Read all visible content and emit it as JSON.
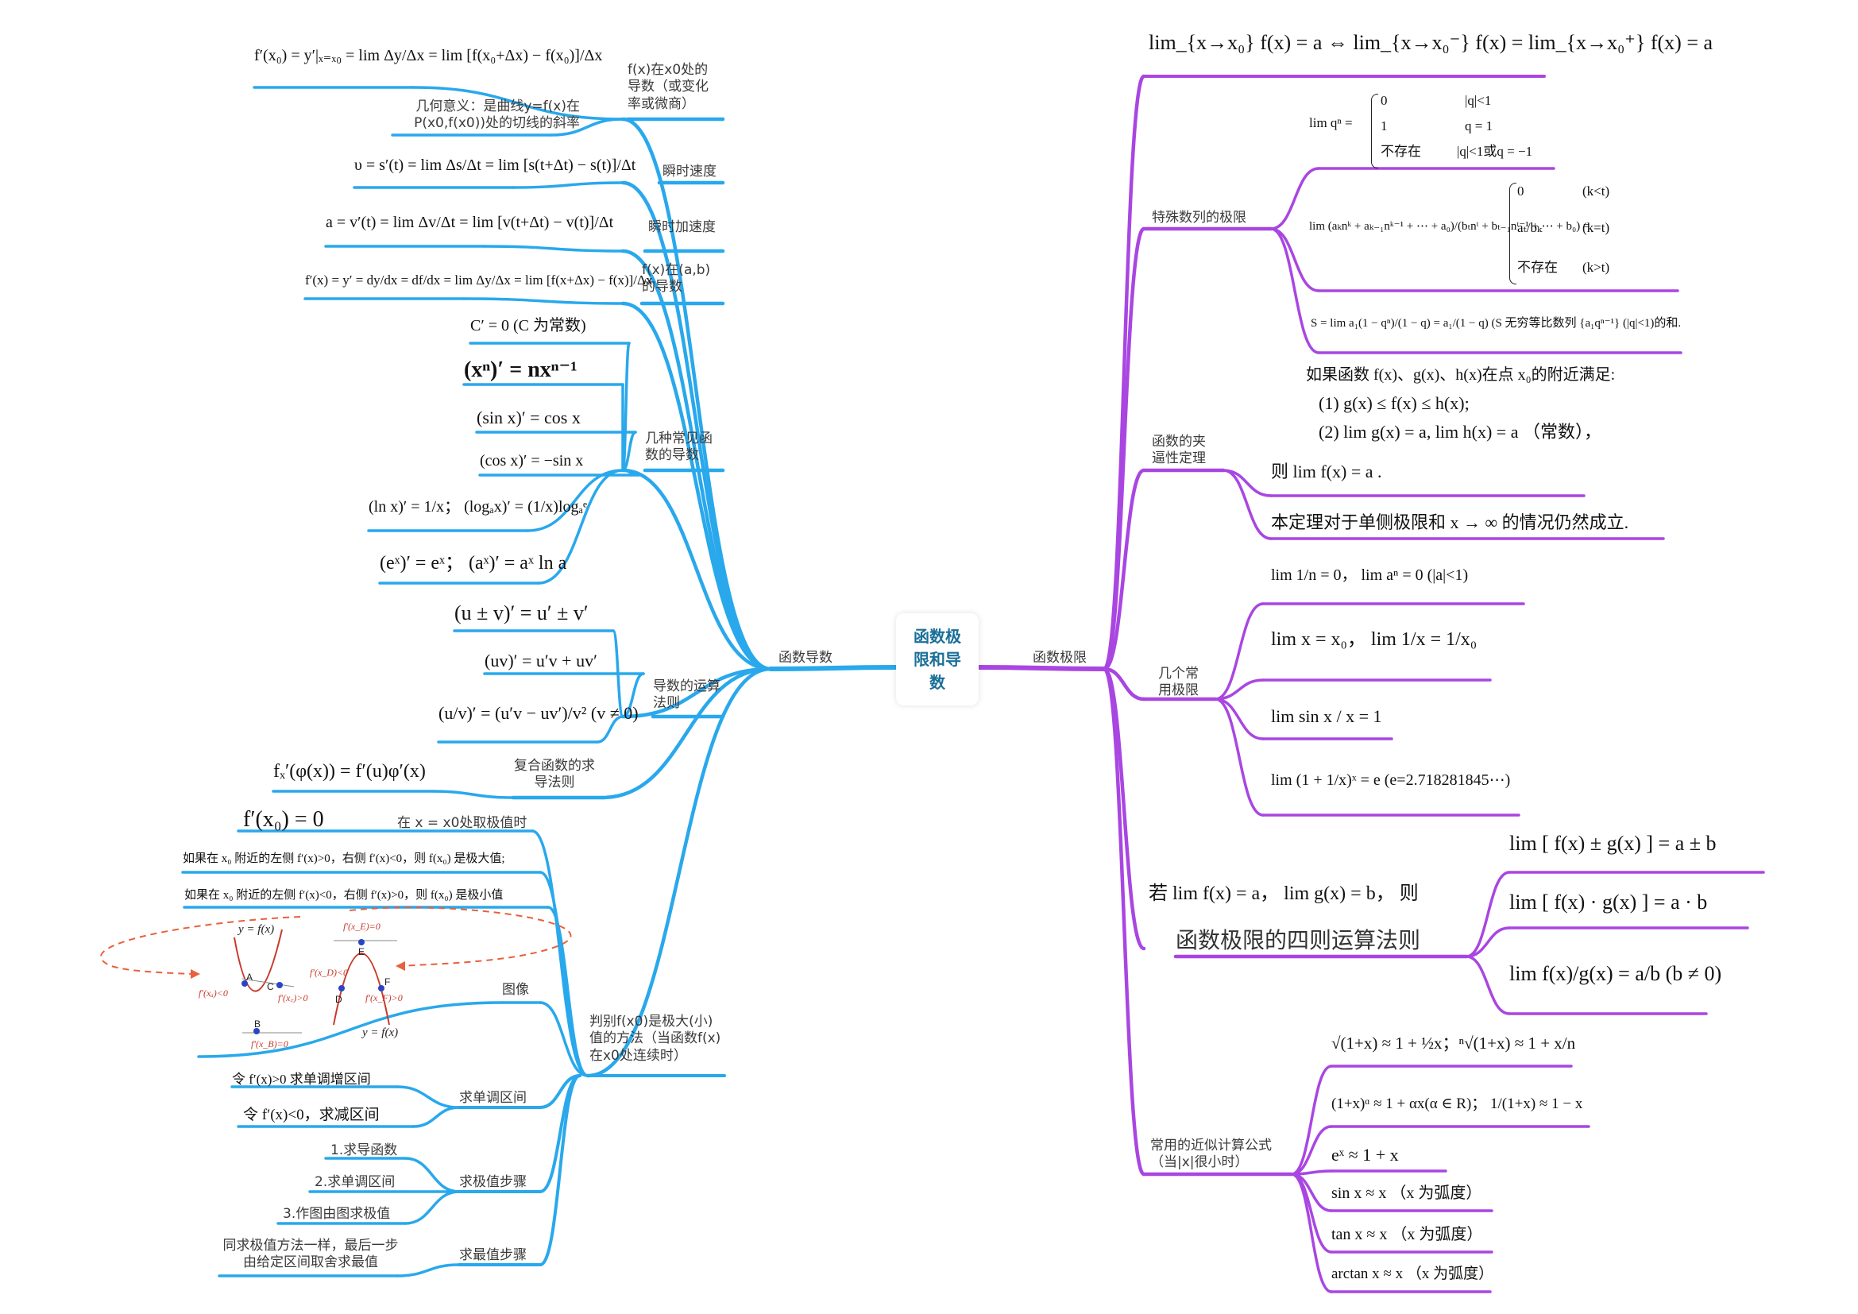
{
  "root": "函数极\n限和导\n数",
  "colors": {
    "left": "#29a8ec",
    "right": "#a946e2",
    "root_text": "#1a6f98",
    "annotation": "#e8603c"
  },
  "icons": [
    "parabola-min-sketch",
    "parabola-max-sketch"
  ],
  "left": {
    "branch": "函数导数",
    "deriv_at_x0": {
      "label": "f(x)在x0处的导数（或变化率或微商）",
      "formula": "f′(x₀) = y′|ₓ₌ₓ₀ = lim Δy/Δx = lim [f(x₀+Δx) − f(x₀)]/Δx",
      "geo": "几何意义：是曲线y=f(x)在P(x0,f(x0))处的切线的斜率"
    },
    "velocity": {
      "label": "瞬时速度",
      "formula": "υ = s′(t) = lim Δs/Δt = lim [s(t+Δt) − s(t)]/Δt"
    },
    "acceleration": {
      "label": "瞬时加速度",
      "formula": "a = v′(t) = lim Δv/Δt = lim [v(t+Δt) − v(t)]/Δt"
    },
    "interval_deriv": {
      "label": "f(x)在(a,b)的导数",
      "formula": "f′(x) = y′ = dy/dx = df/dx = lim Δy/Δx = lim [f(x+Δx) − f(x)]/Δx"
    },
    "common": {
      "label": "几种常见函数的导数",
      "items": [
        "C′ = 0   (C 为常数)",
        "(xⁿ)′ = nxⁿ⁻¹",
        "(sin x)′ = cos x",
        "(cos x)′ = −sin x",
        "(ln x)′ = 1/x；  (logₐx)′ = (1/x)logₐᵉ",
        "(eˣ)′ = eˣ；  (aˣ)′ = aˣ ln a"
      ]
    },
    "rules": {
      "label": "导数的运算法则",
      "items": [
        "(u ± v)′ = u′ ± v′",
        "(uv)′ = u′v + uv′",
        "(u/v)′ = (u′v − uv′)/v²  (v ≠ 0)"
      ]
    },
    "composite": {
      "label": "复合函数的求导法则",
      "formula": "fₓ′(φ(x)) = f′(u)φ′(x)"
    },
    "extreme": {
      "label": "判别f(x0)是极大(小)值的方法（当函数f(x)在x0处连续时）",
      "at_x0_label": "在 x = x0处取极值时",
      "at_x0_formula": "f′(x₀) = 0",
      "max_rule": "如果在 x₀ 附近的左侧 f′(x)>0，右侧 f′(x)<0，则 f(x₀) 是极大值;",
      "min_rule": "如果在 x₀ 附近的左侧 f′(x)<0，右侧 f′(x)>0，则 f(x₀) 是极小值",
      "image_label": "图像",
      "fig_min": {
        "curve": "y = f(x)",
        "A": "A",
        "B": "B",
        "C": "C",
        "left": "f′(xₐ)<0",
        "right": "f′(x꜀)>0",
        "bottom": "f′(x_B)=0"
      },
      "fig_max": {
        "curve": "y = f(x)",
        "D": "D",
        "E": "E",
        "F": "F",
        "top": "f′(x_E)=0",
        "left": "f′(x_D)<0",
        "right": "f′(x_F)>0"
      }
    },
    "monotonic": {
      "label": "求单调区间",
      "items": [
        "令 f′(x)>0  求单调增区间",
        "令 f′(x)<0，求减区间"
      ]
    },
    "extreme_steps": {
      "label": "求极值步骤",
      "items": [
        "1.求导函数",
        "2.求单调区间",
        "3.作图由图求极值"
      ]
    },
    "max_steps": {
      "label": "求最值步骤",
      "item": "同求极值方法一样，最后一步由给定区间取舍求最值"
    }
  },
  "right": {
    "branch": "函数极限",
    "one_sided": "lim_{x→x₀} f(x) = a  ⇔  lim_{x→x₀⁻} f(x) = lim_{x→x₀⁺} f(x) = a",
    "special": {
      "label": "特殊数列的极限",
      "qn": {
        "lhs": "lim qⁿ =",
        "cases": [
          [
            "0",
            "|q|<1"
          ],
          [
            "1",
            "q = 1"
          ],
          [
            "不存在",
            "|q|<1或q = −1"
          ]
        ]
      },
      "poly": {
        "lhs": "lim (aₖnᵏ + aₖ₋₁nᵏ⁻¹ + ⋯ + a₀)/(bₜnᵗ + bₜ₋₁nᵗ⁻¹ + ⋯ + b₀) =",
        "cases": [
          [
            "0",
            "(k<t)"
          ],
          [
            "aₜ/bₖ",
            "(k=t)"
          ],
          [
            "不存在",
            "(k>t)"
          ]
        ]
      },
      "series": "S = lim a₁(1 − qⁿ)/(1 − q) = a₁/(1 − q)  (S 无穷等比数列 {a₁qⁿ⁻¹} (|q|<1)的和."
    },
    "squeeze": {
      "label": "函数的夹逼性定理",
      "text": [
        "如果函数 f(x)、g(x)、h(x)在点 x₀的附近满足:",
        "(1)  g(x) ≤ f(x) ≤ h(x);",
        "(2)  lim g(x) = a, lim h(x) = a  （常数），",
        "则 lim f(x) = a ."
      ],
      "note": "本定理对于单侧极限和 x → ∞ 的情况仍然成立."
    },
    "common_limits": {
      "label": "几个常用极限",
      "items": [
        "lim 1/n = 0，  lim aⁿ = 0  (|a|<1)",
        "lim x = x₀，   lim 1/x = 1/x₀",
        "lim sin x / x = 1",
        "lim (1 + 1/x)ˣ = e (e=2.718281845⋯)"
      ]
    },
    "four_ops": {
      "cond": "若 lim f(x) = a，  lim g(x) = b，  则",
      "label": "函数极限的四则运算法则",
      "items": [
        "lim [ f(x) ± g(x) ] = a ± b",
        "lim [ f(x) · g(x) ] = a · b",
        "lim f(x)/g(x) = a/b  (b ≠ 0)"
      ]
    },
    "approx": {
      "label": "常用的近似计算公式（当|x|很小时）",
      "items": [
        "√(1+x) ≈ 1 + ½x；ⁿ√(1+x) ≈ 1 + x/n",
        "(1+x)ᵅ ≈ 1 + αx(α ∈ R)；   1/(1+x) ≈ 1 − x",
        "eˣ ≈ 1 + x",
        "sin x ≈ x  （x 为弧度）",
        "tan x ≈ x  （x 为弧度）",
        "arctan x ≈ x  （x 为弧度）"
      ]
    }
  }
}
